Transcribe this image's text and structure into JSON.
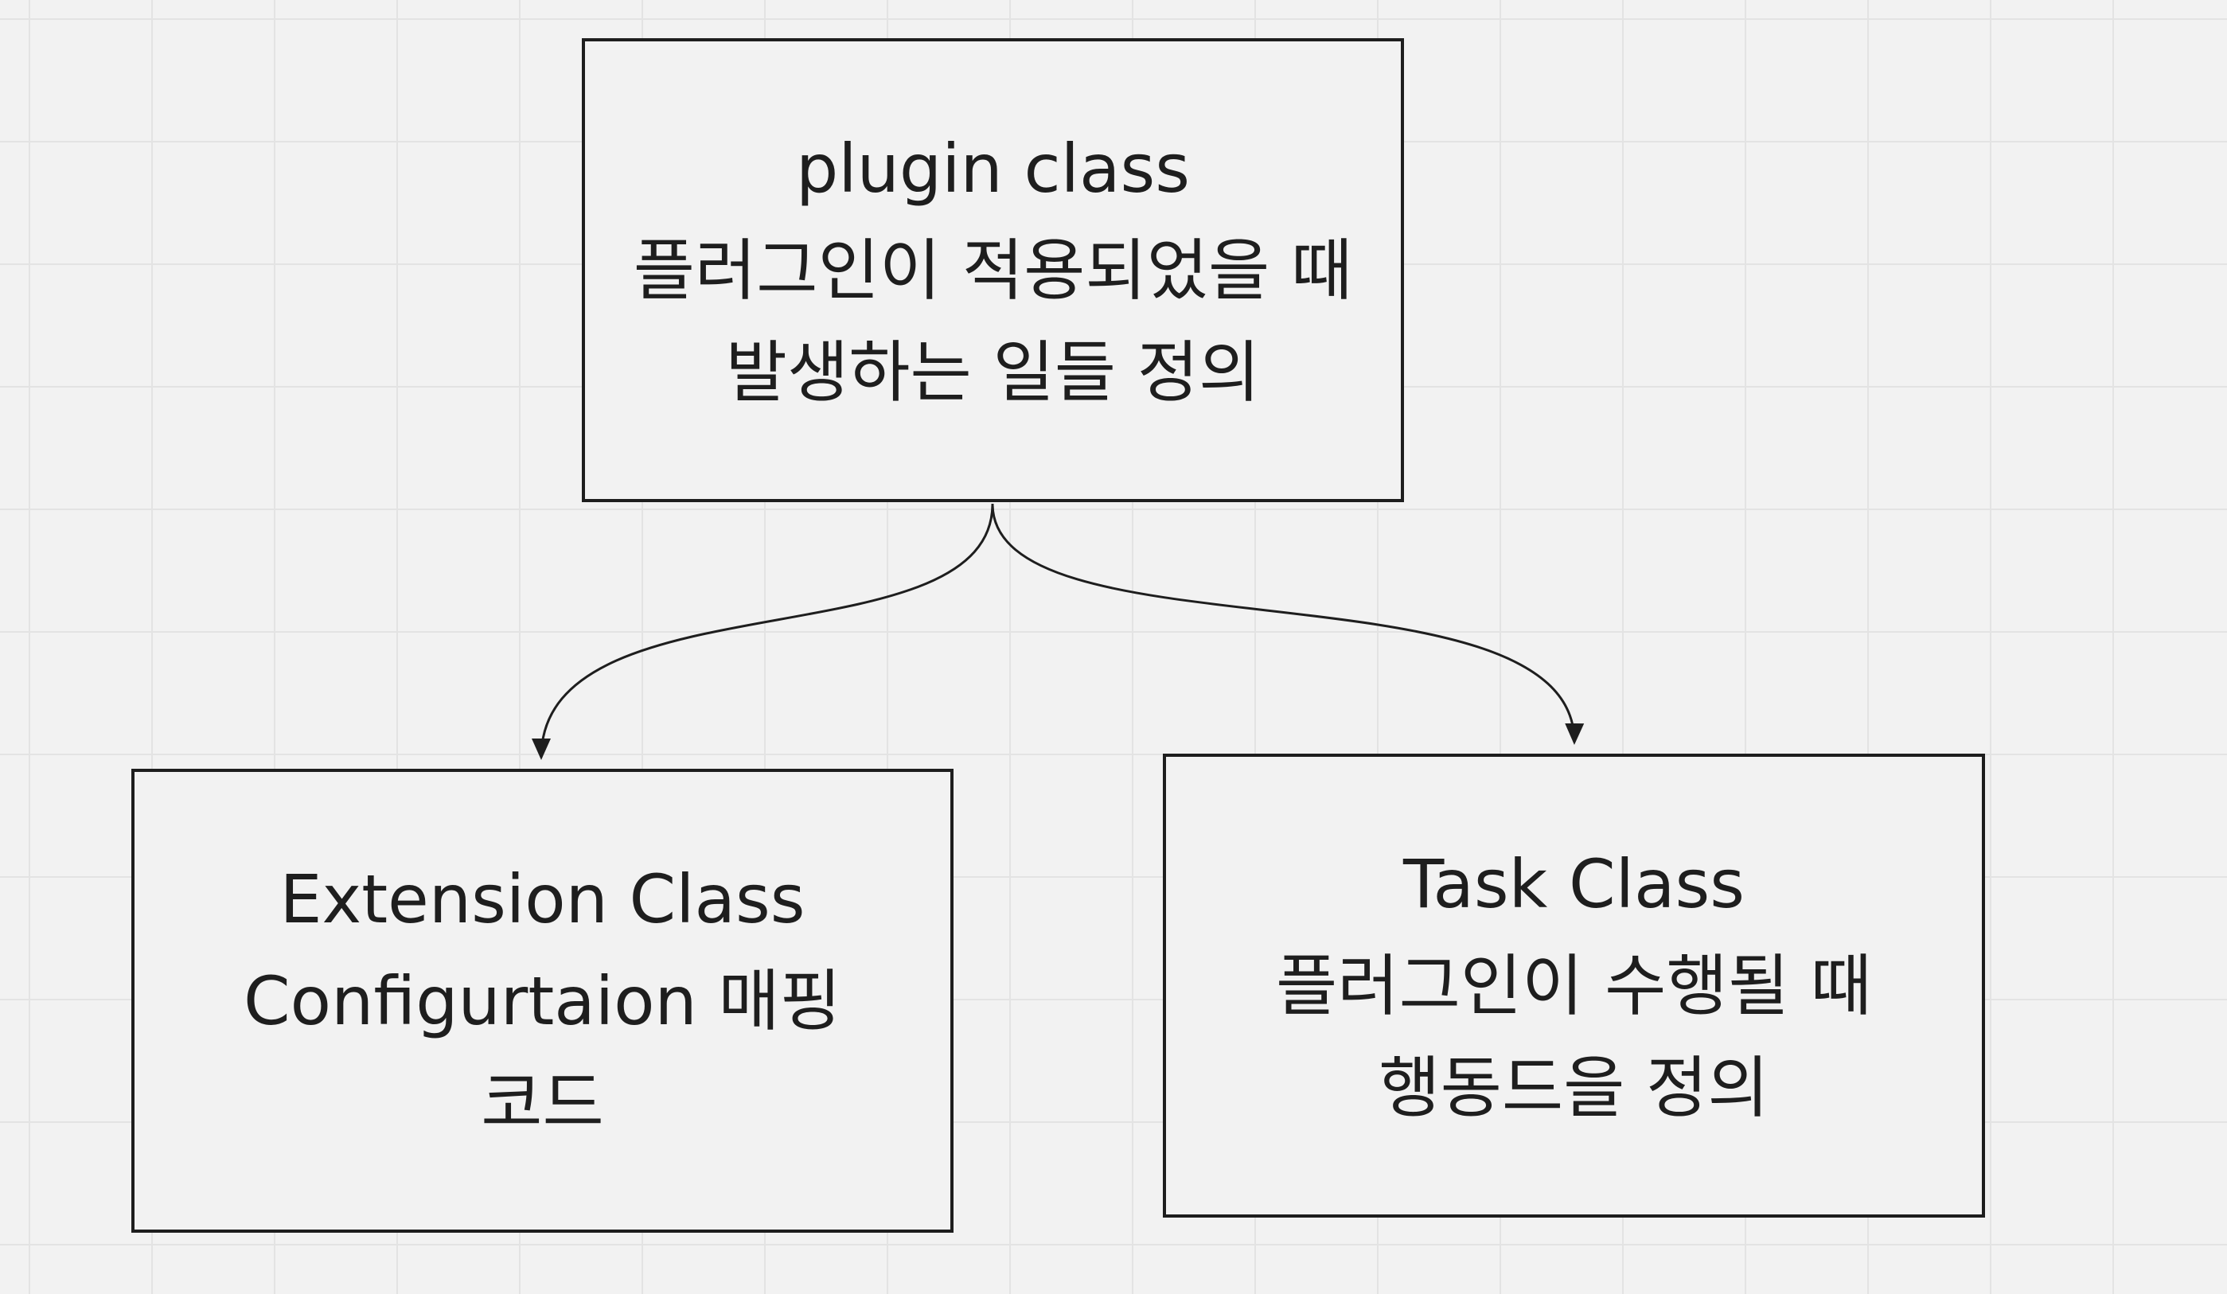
{
  "diagram": {
    "nodes": {
      "plugin": {
        "lines": [
          "plugin class",
          "플러그인이 적용되었을 때",
          "발생하는 일들 정의"
        ]
      },
      "extension": {
        "lines": [
          "Extension Class",
          "Configurtaion 매핑",
          "코드"
        ]
      },
      "task": {
        "lines": [
          "Task Class",
          "플러그인이 수행될 때",
          "행동드을 정의"
        ]
      }
    },
    "edges": [
      {
        "from": "plugin",
        "to": "extension"
      },
      {
        "from": "plugin",
        "to": "task"
      }
    ],
    "colors": {
      "stroke": "#1e1e1e",
      "node_fill": "#f2f2f2",
      "canvas": "#f2f2f2",
      "grid": "#e3e3e3"
    }
  }
}
